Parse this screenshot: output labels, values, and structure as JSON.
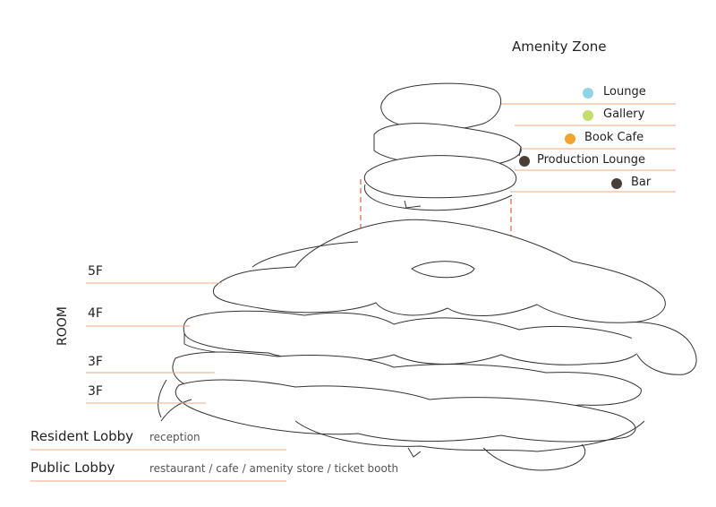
{
  "amenity": {
    "title": "Amenity Zone",
    "items": [
      {
        "label": "Lounge",
        "color": "#8ed3e6"
      },
      {
        "label": "Gallery",
        "color": "#c3dd6e"
      },
      {
        "label": "Book Cafe",
        "color": "#f0a32d"
      },
      {
        "label": "Production Lounge",
        "color": "#4a3f37"
      },
      {
        "label": "Bar",
        "color": "#4a3f37"
      }
    ]
  },
  "floors": {
    "group_label": "ROOM",
    "labels": [
      "5F",
      "4F",
      "3F",
      "3F"
    ]
  },
  "lobbies": [
    {
      "title": "Resident Lobby",
      "sub": "reception"
    },
    {
      "title": "Public Lobby",
      "sub": "restaurant / cafe / amenity store / ticket booth"
    }
  ],
  "colors": {
    "leader_line": "#e8a88a",
    "dashed_line": "#e07a5a",
    "drawing_stroke": "#333333"
  }
}
